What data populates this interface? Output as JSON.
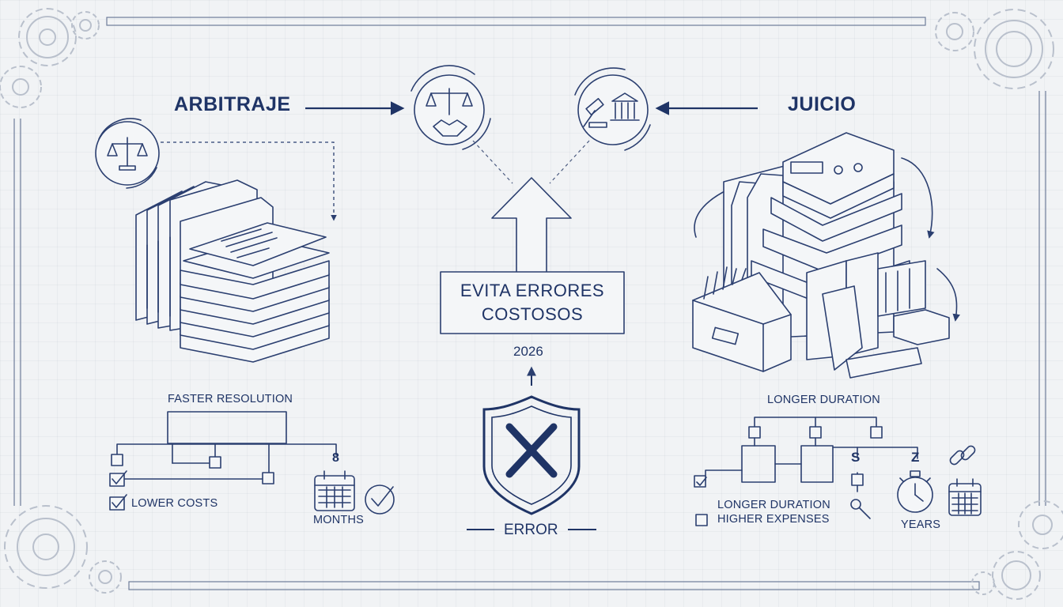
{
  "left": {
    "title": "ARBITRAJE",
    "subtitle": "FASTER RESOLUTION",
    "costs_label": "LOWER COSTS",
    "time_label": "MONTHS",
    "note_glyph": "8"
  },
  "right": {
    "title": "JUICIO",
    "subtitle": "LONGER DURATION",
    "item_1": "LONGER DURATION",
    "item_2": "HIGHER EXPENSES",
    "time_label": "YEARS",
    "glyph_1": "S",
    "glyph_2": "Z"
  },
  "center": {
    "box_line_1": "EVITA ERRORES",
    "box_line_2": "COSTOSOS",
    "year": "2026",
    "error_label": "ERROR"
  },
  "icons": [
    "scales-icon",
    "handshake-icon",
    "gavel-icon",
    "courthouse-icon",
    "shield-x-icon",
    "calendar-icon",
    "check-circle-icon",
    "stopwatch-icon",
    "chain-link-icon",
    "magnifier-icon",
    "gear-icon"
  ],
  "colors": {
    "ink": "#1f3466",
    "background": "#f1f3f5",
    "gear": "#b9c0cc"
  }
}
